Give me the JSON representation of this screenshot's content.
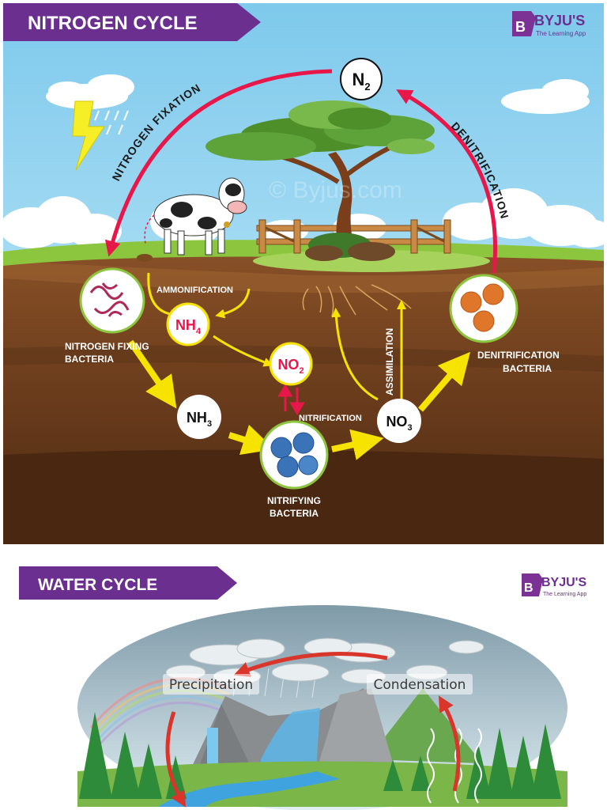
{
  "nitrogen": {
    "title": "NITROGEN CYCLE",
    "logo": {
      "name": "BYJU'S",
      "tagline": "The Learning App"
    },
    "arc_labels": {
      "fixation": "NITROGEN FIXATION",
      "denitrification": "DENITRIFICATION"
    },
    "nodes": {
      "n2": {
        "main": "N",
        "sub": "2"
      },
      "nh4": {
        "main": "NH",
        "sub": "4"
      },
      "no2": {
        "main": "NO",
        "sub": "2"
      },
      "nh3": {
        "main": "NH",
        "sub": "3"
      },
      "no3": {
        "main": "NO",
        "sub": "3"
      }
    },
    "process_labels": {
      "ammonification": "AMMONIFICATION",
      "nitrification": "NITRIFICATION",
      "assimilation": "ASSIMILATION"
    },
    "bacteria_labels": {
      "fixing_1": "NITROGEN FIXING",
      "fixing_2": "BACTERIA",
      "denitrification_1": "DENITRIFICATION",
      "denitrification_2": "BACTERIA",
      "nitrifying_1": "NITRIFYING",
      "nitrifying_2": "BACTERIA"
    },
    "colors": {
      "sky": "#9fd6ee",
      "soil": "#6a3c1c",
      "arrow_red": "#e8174a",
      "arrow_yellow": "#f6e400",
      "banner": "#6b2f8f"
    }
  },
  "water": {
    "title": "WATER CYCLE",
    "logo": {
      "name": "BYJU'S",
      "tagline": "The Learning App"
    },
    "labels": {
      "precipitation": "Precipitation",
      "condensation": "Condensation"
    }
  }
}
